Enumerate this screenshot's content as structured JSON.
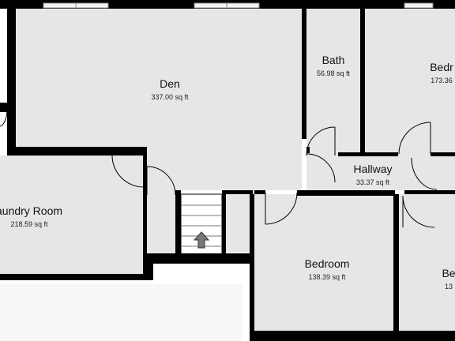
{
  "plan": {
    "colors": {
      "room_fill": "#e6e6e6",
      "wall": "#000000",
      "outside": "#ffffff",
      "door_line": "#000000"
    },
    "rooms": [
      {
        "key": "den",
        "name": "Den",
        "area": "337.00 sq ft"
      },
      {
        "key": "bath",
        "name": "Bath",
        "area": "56.98 sq ft"
      },
      {
        "key": "bedroom-top-right",
        "name": "Bedr",
        "area": "173.36"
      },
      {
        "key": "hallway",
        "name": "Hallway",
        "area": "33.37 sq ft"
      },
      {
        "key": "laundry-room",
        "name": "aundry Room",
        "area": "218.59 sq ft"
      },
      {
        "key": "bedroom-center",
        "name": "Bedroom",
        "area": "138.39 sq ft"
      },
      {
        "key": "bedroom-bottom-right",
        "name": "Be",
        "area": "13"
      }
    ],
    "stairs": {
      "direction": "up",
      "icon": "arrow-up-icon"
    }
  }
}
